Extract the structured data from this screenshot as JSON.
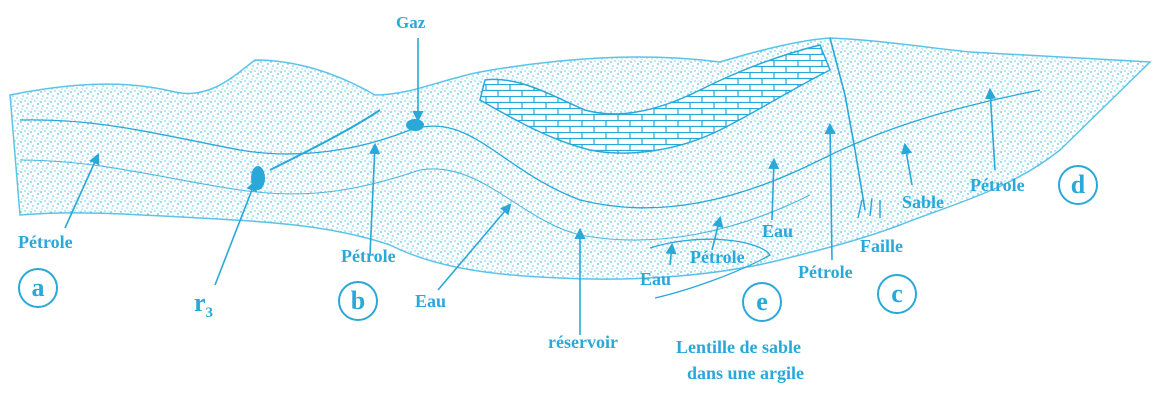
{
  "colors": {
    "ink": "#2aa8d8",
    "rock": "#5cc3e8",
    "paper": "#ffffff"
  },
  "labels": {
    "gaz": "Gaz",
    "petrole_a": "Pétrole",
    "r3": "r",
    "r3_sub": "3",
    "petrole_b": "Pétrole",
    "eau_left": "Eau",
    "reservoir": "réservoir",
    "eau_lens": "Eau",
    "petrole_lens": "Pétrole",
    "eau_right": "Eau",
    "lens_caption_1": "Lentille de sable",
    "lens_caption_2": "dans une argile",
    "petrole_c": "Pétrole",
    "faille": "Faille",
    "sable": "Sable",
    "petrole_d": "Pétrole"
  },
  "traps": {
    "a": "a",
    "b": "b",
    "c": "c",
    "d": "d",
    "e": "e"
  }
}
